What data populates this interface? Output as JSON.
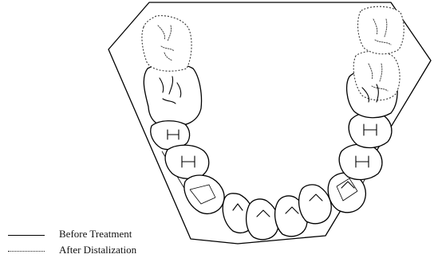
{
  "legend": {
    "before_label": "Before Treatment",
    "after_label": "After Distalization"
  },
  "line_styles": {
    "before": "solid",
    "after": "dotted"
  },
  "colors": {
    "line": "#000000",
    "background": "#ffffff"
  }
}
